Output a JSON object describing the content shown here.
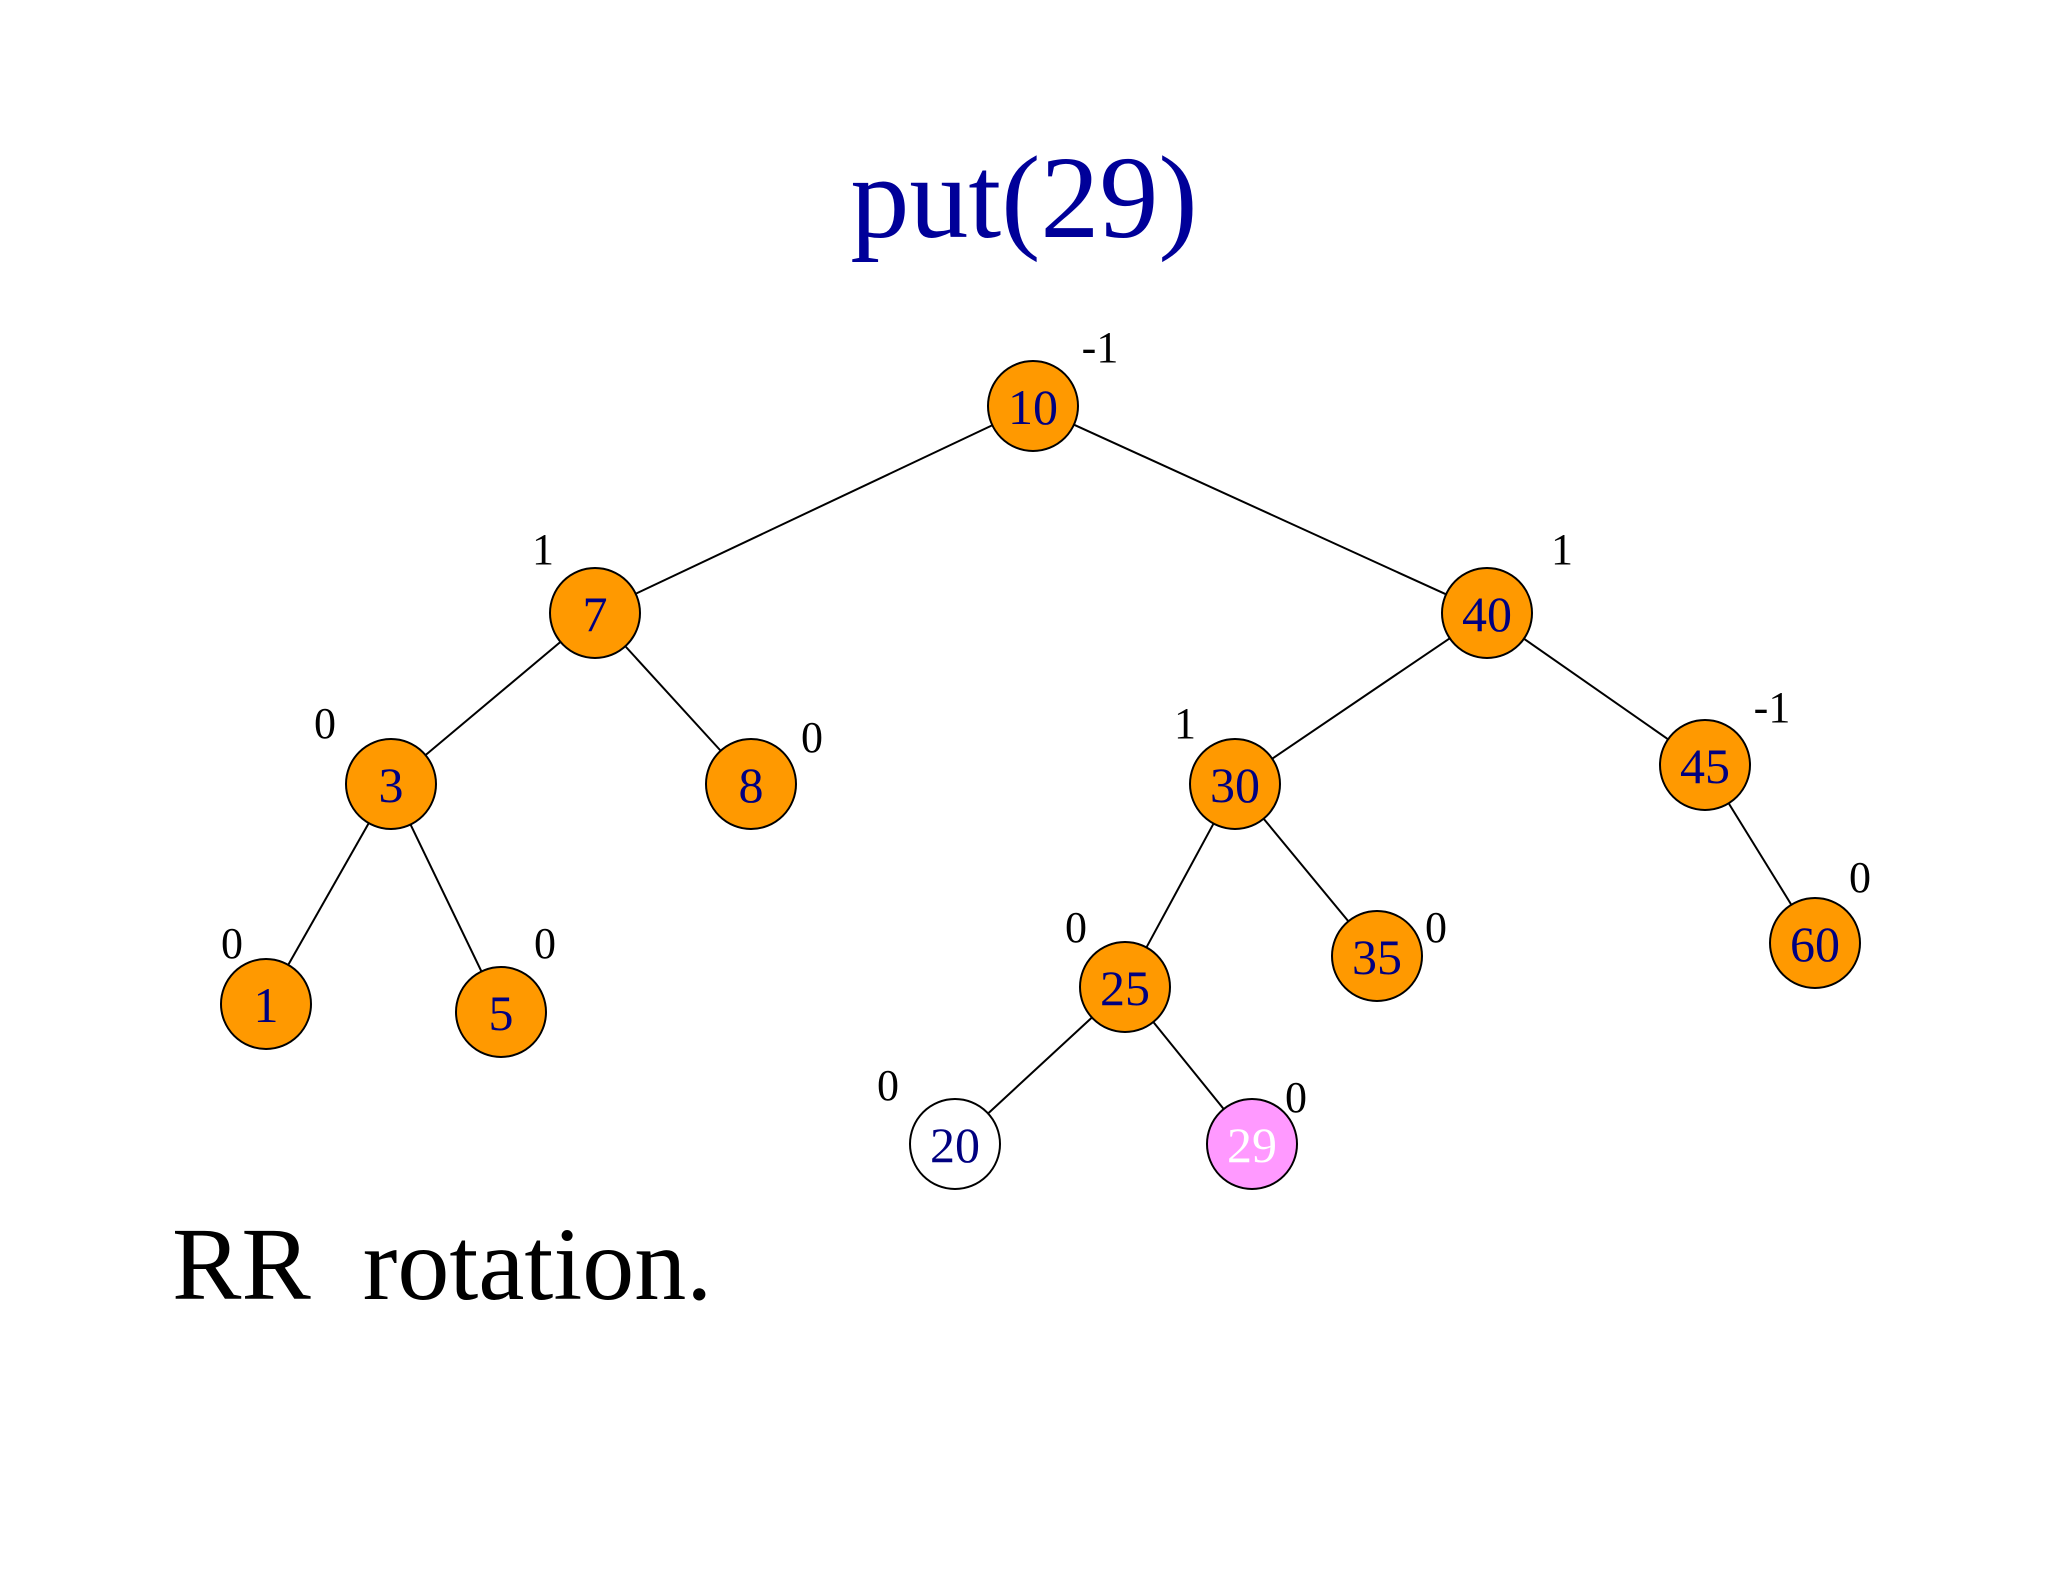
{
  "title": "put(29)",
  "caption": "RR  rotation.",
  "colors": {
    "node_fill": "#FF9900",
    "node_stroke": "#000000",
    "key_text": "#000080",
    "new_node_fill": "#FF99FF",
    "new_node_text": "#FFFFFF",
    "empty_node_fill": "#FFFFFF",
    "edge": "#000000",
    "title": "#000099"
  },
  "tree": {
    "nodes": [
      {
        "id": "n10",
        "key": "10",
        "balance": "-1",
        "style": "normal"
      },
      {
        "id": "n7",
        "key": "7",
        "balance": "1",
        "style": "normal"
      },
      {
        "id": "n40",
        "key": "40",
        "balance": "1",
        "style": "normal"
      },
      {
        "id": "n3",
        "key": "3",
        "balance": "0",
        "style": "normal"
      },
      {
        "id": "n8",
        "key": "8",
        "balance": "0",
        "style": "normal"
      },
      {
        "id": "n30",
        "key": "30",
        "balance": "1",
        "style": "normal"
      },
      {
        "id": "n45",
        "key": "45",
        "balance": "-1",
        "style": "normal"
      },
      {
        "id": "n1",
        "key": "1",
        "balance": "0",
        "style": "normal"
      },
      {
        "id": "n5",
        "key": "5",
        "balance": "0",
        "style": "normal"
      },
      {
        "id": "n25",
        "key": "25",
        "balance": "0",
        "style": "normal"
      },
      {
        "id": "n35",
        "key": "35",
        "balance": "0",
        "style": "normal"
      },
      {
        "id": "n60",
        "key": "60",
        "balance": "0",
        "style": "normal"
      },
      {
        "id": "n20",
        "key": "20",
        "balance": "0",
        "style": "empty"
      },
      {
        "id": "n29",
        "key": "29",
        "balance": "0",
        "style": "new"
      }
    ],
    "edges": [
      [
        "n10",
        "n7"
      ],
      [
        "n10",
        "n40"
      ],
      [
        "n7",
        "n3"
      ],
      [
        "n7",
        "n8"
      ],
      [
        "n3",
        "n1"
      ],
      [
        "n3",
        "n5"
      ],
      [
        "n40",
        "n30"
      ],
      [
        "n40",
        "n45"
      ],
      [
        "n30",
        "n25"
      ],
      [
        "n30",
        "n35"
      ],
      [
        "n45",
        "n60"
      ],
      [
        "n25",
        "n20"
      ],
      [
        "n25",
        "n29"
      ]
    ]
  }
}
